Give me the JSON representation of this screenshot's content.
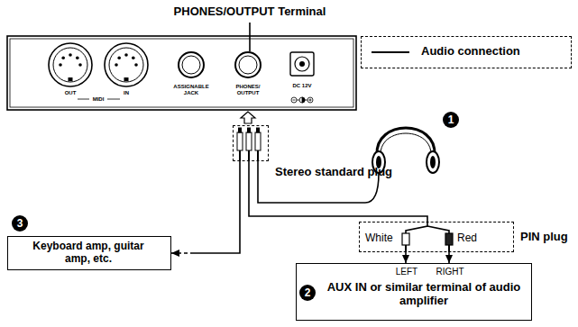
{
  "diagram": {
    "nodes": [
      {
        "text": [
          "Stereo standard plug"
        ]
      },
      {
        "text": [
          "Keyboard amp, guitar amp, etc."
        ]
      },
      {
        "text": [
          "White",
          "Red",
          "PIN plug"
        ]
      },
      {
        "text": [
          "LEFT",
          "RIGHT",
          "AUX IN or similar terminal of audio amplifier"
        ]
      }
    ],
    "edges": [
      {
        "from": 0,
        "to": 1,
        "arrow": "to"
      },
      {
        "from": 0,
        "to": 2,
        "arrow": "none"
      },
      {
        "from": 2,
        "to": 3,
        "arrow": "to"
      },
      {
        "from": 2,
        "to": 3,
        "arrow": "to"
      }
    ],
    "labels": [
      "PHONES/OUTPUT Terminal",
      "OUT",
      "MIDI",
      "IN",
      "ASSIGNABLE JACK",
      "PHONES/ OUTPUT",
      "DC 12V",
      "1",
      "2",
      "3"
    ],
    "legend": [
      {
        "text": "Audio connection"
      }
    ]
  }
}
